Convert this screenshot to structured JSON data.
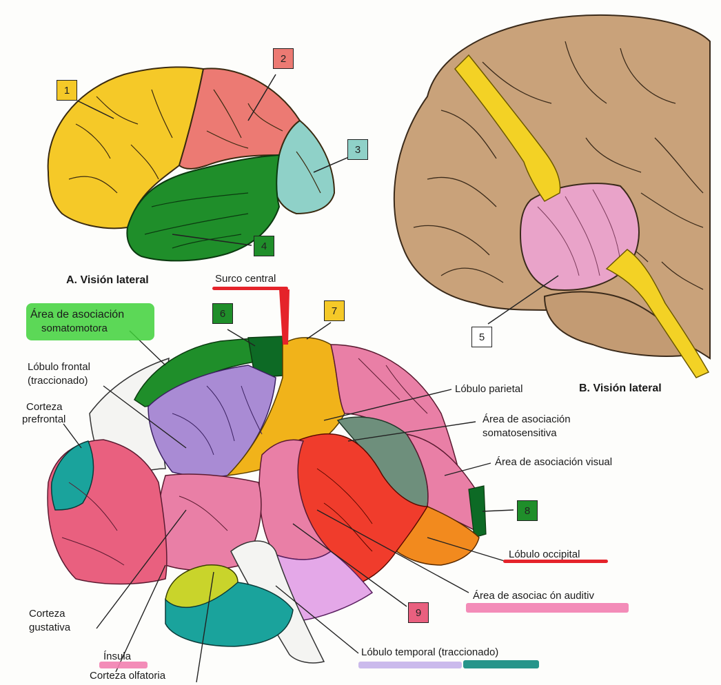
{
  "view_a_caption": "A. Visión lateral",
  "view_b_caption": "B. Visión lateral",
  "numbers": {
    "n1": "1",
    "n2": "2",
    "n3": "3",
    "n4": "4",
    "n5": "5",
    "n6": "6",
    "n7": "7",
    "n8": "8",
    "n9": "9"
  },
  "labels": {
    "surco_central": "Surco central",
    "area_asociacion_top": "Área de asociación",
    "area_asociacion_top_2": "somatomotora",
    "lobulo_frontal": "Lóbulo frontal",
    "traccionado_1": "(traccionado)",
    "corteza_prefrontal_1": "Corteza",
    "corteza_prefrontal_2": "prefrontal",
    "lobulo_parietal": "Lóbulo parietal",
    "somato_1": "Área de asociación",
    "somato_2": "somatosensitiva",
    "asoc_visual": "Área de asociación visual",
    "lobulo_occipital": "Lóbulo occipital",
    "asoc_auditiva": "Área de asociac ón auditiv",
    "corteza_gustativa_1": "Corteza",
    "corteza_gustativa_2": "gustativa",
    "insula": "Ínsula",
    "corteza_olfatoria": "Corteza olfatoria",
    "lobulo_temporal": "Lóbulo temporal (traccionado)"
  },
  "colors": {
    "frontal": "#f5c928",
    "parietal": "#ec7a73",
    "occipital": "#8fd1c8",
    "temporal": "#1f8e2a",
    "brainstem_bg": "#c9a27a",
    "pink": "#e97fa6",
    "purple": "#a98bd4",
    "dark_green": "#0d6a25",
    "orange_yellow": "#f1b31a",
    "grey_green": "#6e8f7c",
    "red": "#f03c2c",
    "orange": "#f28a1e",
    "lilac": "#e4a8e8",
    "teal": "#1aa39c",
    "lime": "#c9d42b",
    "highlight_green": "#3fd13a",
    "highlight_red": "#e5232a",
    "highlight_pink": "#f27fb0",
    "highlight_purple": "#c5b3ea",
    "highlight_teal": "#1a8f85"
  }
}
